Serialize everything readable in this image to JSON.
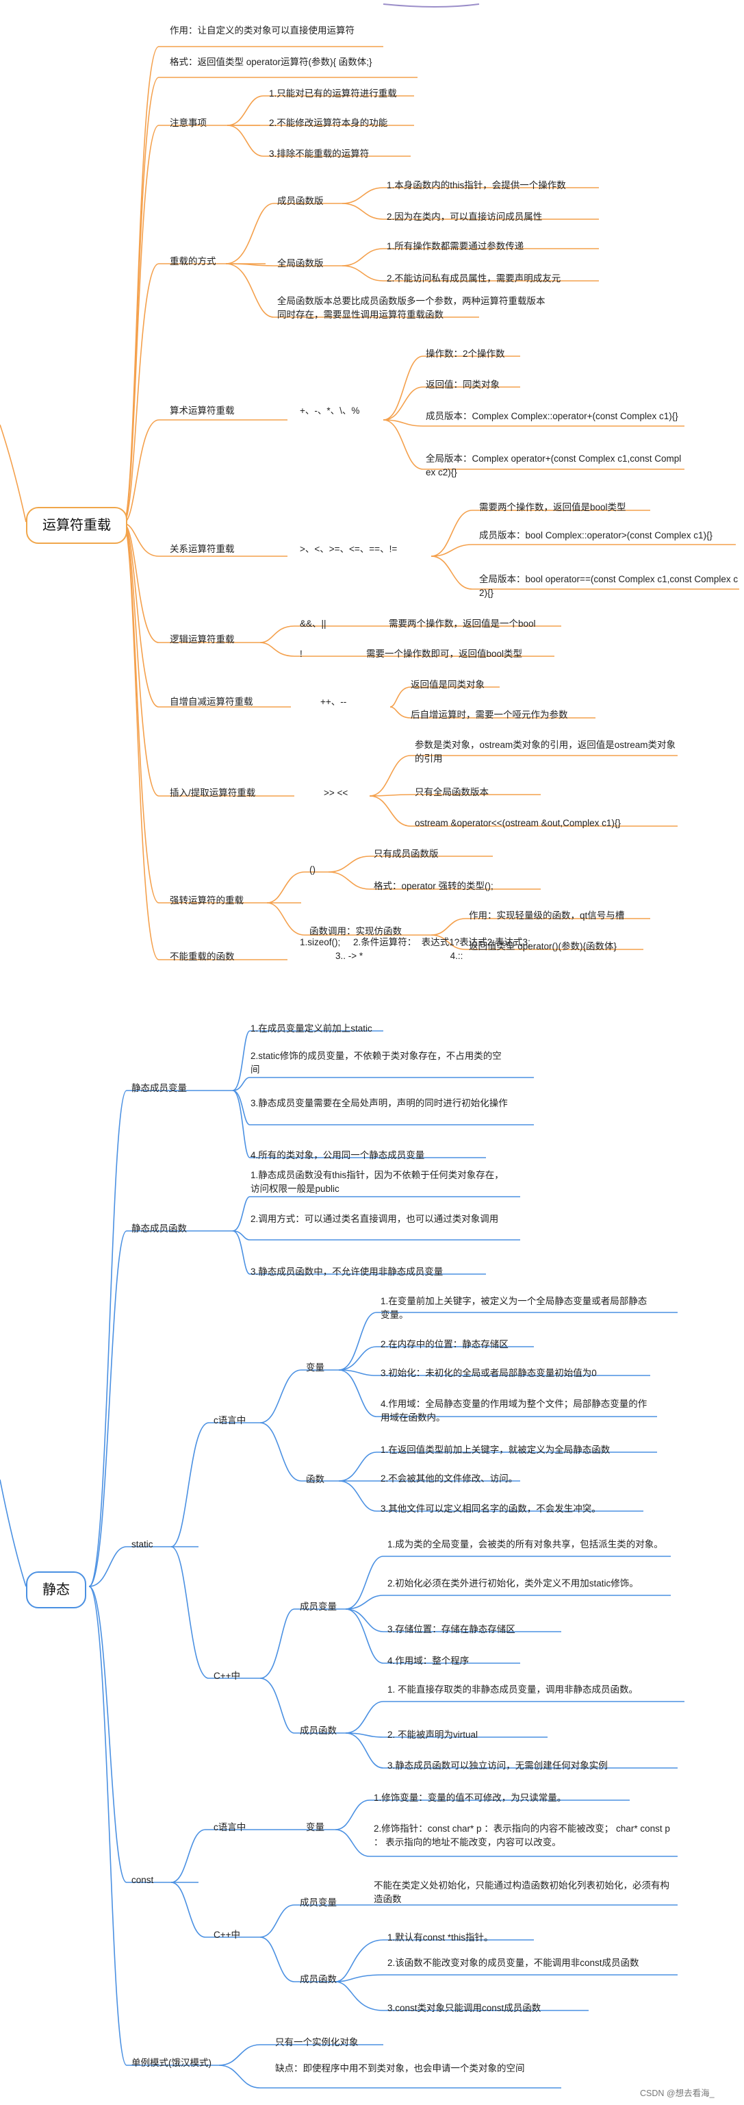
{
  "colors": {
    "orange": "#f4a04c",
    "blue": "#4a90e2",
    "purple": "#9b8ec9"
  },
  "op": {
    "root": "运算符重载",
    "purpose": "作用：让自定义的类对象可以直接使用运算符",
    "format": "格式：返回值类型 operator运算符(参数){ 函数体;}",
    "notes": {
      "title": "注意事项",
      "items": [
        "1.只能对已有的运算符进行重载",
        "2.不能修改运算符本身的功能",
        "3.排除不能重载的运算符"
      ]
    },
    "ways": {
      "title": "重载的方式",
      "member": {
        "title": "成员函数版",
        "items": [
          "1.本身函数内的this指针，会提供一个操作数",
          "2.因为在类内，可以直接访问成员属性"
        ]
      },
      "global": {
        "title": "全局函数版",
        "items": [
          "1.所有操作数都需要通过参数传递",
          "2.不能访问私有成员属性，需要声明成友元"
        ]
      },
      "note": "全局函数版本总要比成员函数版多一个参数，两种运算符重载版本同时存在，需要显性调用运算符重载函数"
    },
    "arith": {
      "title": "算术运算符重载",
      "ops": "+、-、*、\\、%",
      "items": [
        "操作数：2个操作数",
        "返回值：同类对象",
        "成员版本：Complex Complex::operator+(const Complex c1){}",
        "全局版本：Complex operator+(const Complex c1,const Complex c2){}"
      ]
    },
    "relation": {
      "title": "关系运算符重载",
      "ops": ">、<、>=、<=、==、!=",
      "items": [
        "需要两个操作数，返回值是bool类型",
        "成员版本：bool Complex::operator>(const Complex c1){}",
        "全局版本：bool operator==(const Complex c1,const Complex c2){}"
      ]
    },
    "logic": {
      "title": "逻辑运算符重载",
      "and_op": "&&、||",
      "and_desc": "需要两个操作数，返回值是一个bool",
      "not_op": "!",
      "not_desc": "需要一个操作数即可，返回值bool类型"
    },
    "incdec": {
      "title": "自增自减运算符重载",
      "ops": "++、--",
      "items": [
        "返回值是同类对象",
        "后自增运算时，需要一个哑元作为参数"
      ]
    },
    "stream": {
      "title": "插入/提取运算符重载",
      "ops": ">> <<",
      "items": [
        "参数是类对象，ostream类对象的引用，返回值是ostream类对象的引用",
        "只有全局函数版本",
        "ostream &operator<<(ostream &out,Complex c1){}"
      ]
    },
    "cast": {
      "title": "强转运算符的重载",
      "paren": "()",
      "paren_items": [
        "只有成员函数版",
        "格式：operator 强转的类型();"
      ],
      "functor": "函数调用：实现仿函数",
      "functor_items": [
        "作用：实现轻量级的函数，qt信号与槽",
        "返回值类型 operator()(参数){函数体}"
      ]
    },
    "cannot": {
      "title": "不能重载的函数",
      "line1": "1.sizeof();     2.条件运算符：  表达式1?表达式2:表达式3;",
      "line2": "3.. -> *                                  4.::"
    }
  },
  "st": {
    "root": "静态",
    "svar": {
      "title": "静态成员变量",
      "items": [
        "1.在成员变量定义前加上static",
        "2.static修饰的成员变量，不依赖于类对象存在，不占用类的空间",
        "3.静态成员变量需要在全局处声明，声明的同时进行初始化操作",
        "4.所有的类对象，公用同一个静态成员变量"
      ]
    },
    "sfunc": {
      "title": "静态成员函数",
      "items": [
        "1.静态成员函数没有this指针，因为不依赖于任何类对象存在，访问权限一般是public",
        "2.调用方式：可以通过类名直接调用，也可以通过类对象调用",
        "3.静态成员函数中，不允许使用非静态成员变量"
      ]
    },
    "static": {
      "title": "static",
      "c": {
        "title": "c语言中",
        "var": {
          "title": "变量",
          "items": [
            "1.在变量前加上关键字，被定义为一个全局静态变量或者局部静态变量。",
            "2.在内存中的位置：静态存储区",
            "3.初始化：未初化的全局或者局部静态变量初始值为0",
            "4.作用域：全局静态变量的作用域为整个文件；局部静态变量的作用域在函数内。"
          ]
        },
        "func": {
          "title": "函数",
          "items": [
            "1.在返回值类型前加上关键字，就被定义为全局静态函数",
            "2.不会被其他的文件修改、访问。",
            "3.其他文件可以定义相同名字的函数，不会发生冲突。"
          ]
        }
      },
      "cpp": {
        "title": "C++中",
        "var": {
          "title": "成员变量",
          "items": [
            "1.成为类的全局变量，会被类的所有对象共享，包括派生类的对象。",
            "2.初始化必须在类外进行初始化，类外定义不用加static修饰。",
            "3.存储位置：存储在静态存储区",
            "4.作用域：整个程序"
          ]
        },
        "func": {
          "title": "成员函数",
          "items": [
            "1. 不能直接存取类的非静态成员变量，调用非静态成员函数。",
            "2. 不能被声明为virtual",
            "3.静态成员函数可以独立访问，无需创建任何对象实例"
          ]
        }
      }
    },
    "const": {
      "title": "const",
      "c": {
        "title": "c语言中",
        "var": "变量",
        "items": [
          "1.修饰变量：变量的值不可修改，为只读常量。",
          "2.修饰指针：const char* p ：表示指向的内容不能被改变；  char* const p ： 表示指向的地址不能改变，内容可以改变。"
        ]
      },
      "cpp": {
        "title": "C++中",
        "var": "成员变量",
        "var_item": "不能在类定义处初始化，只能通过构造函数初始化列表初始化，必须有构造函数",
        "func": "成员函数",
        "func_items": [
          "1.默认有const *this指针。",
          "2.该函数不能改变对象的成员变量，不能调用非const成员函数",
          "3.const类对象只能调用const成员函数"
        ]
      }
    },
    "singleton": {
      "title": "单例模式(饿汉模式)",
      "items": [
        "只有一个实例化对象",
        "缺点：即使程序中用不到类对象，也会申请一个类对象的空间"
      ]
    }
  },
  "watermark": "CSDN @想去看海_"
}
